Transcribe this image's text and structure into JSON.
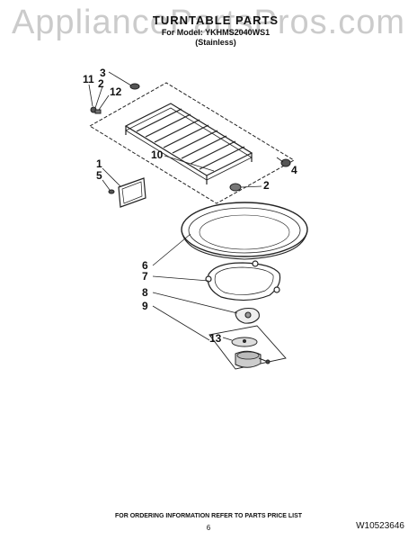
{
  "watermark": "AppliancePartsPros.com",
  "header": {
    "title": "TURNTABLE PARTS",
    "model_line": "For Model: YKHMS2040WS1",
    "variant": "(Stainless)"
  },
  "callouts": {
    "c1": "1",
    "c2a": "2",
    "c2b": "2",
    "c3": "3",
    "c4": "4",
    "c5": "5",
    "c6": "6",
    "c7": "7",
    "c8": "8",
    "c9": "9",
    "c10": "10",
    "c11": "11",
    "c12": "12",
    "c13": "13"
  },
  "footer": {
    "note": "FOR ORDERING INFORMATION REFER TO PARTS PRICE LIST",
    "page_number": "6",
    "document_id": "W10523646"
  }
}
